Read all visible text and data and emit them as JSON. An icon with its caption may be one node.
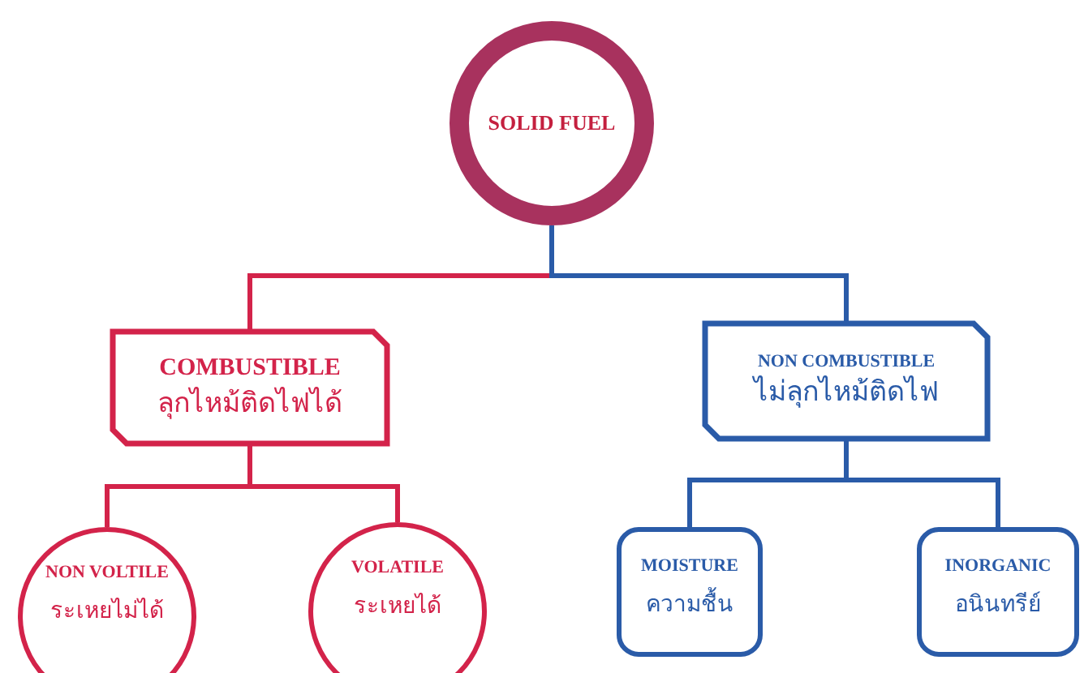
{
  "diagram": {
    "nodes": [
      {
        "text": [
          "SOLID FUEL"
        ]
      },
      {
        "text": [
          "COMBUSTIBLE",
          "ลุกไหม้ติดไฟได้"
        ]
      },
      {
        "text": [
          "NON COMBUSTIBLE",
          "ไม่ลุกไหม้ติดไฟ"
        ]
      },
      {
        "text": [
          "NON VOLTILE",
          "ระเหยไม่ได้"
        ]
      },
      {
        "text": [
          "VOLATILE",
          "ระเหยได้"
        ]
      },
      {
        "text": [
          "MOISTURE",
          "ความชื้น"
        ]
      },
      {
        "text": [
          "INORGANIC",
          "อนินทรีย์"
        ]
      }
    ],
    "edges": [
      {
        "from": 0,
        "to": 1,
        "arrow": "none",
        "color": "#d3234a"
      },
      {
        "from": 0,
        "to": 2,
        "arrow": "none",
        "color": "#2a5ba8"
      },
      {
        "from": 1,
        "to": 3,
        "arrow": "none",
        "color": "#d3234a"
      },
      {
        "from": 1,
        "to": 4,
        "arrow": "none",
        "color": "#d3234a"
      },
      {
        "from": 2,
        "to": 5,
        "arrow": "none",
        "color": "#2a5ba8"
      },
      {
        "from": 2,
        "to": 6,
        "arrow": "none",
        "color": "#2a5ba8"
      }
    ]
  }
}
